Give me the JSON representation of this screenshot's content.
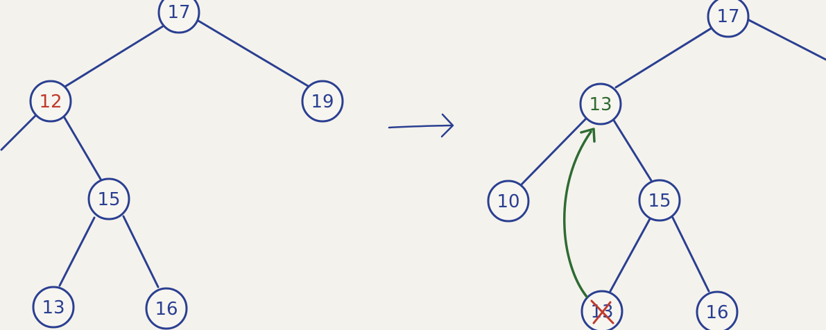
{
  "colors": {
    "ink": "#2a3f91",
    "highlight_red": "#c0392b",
    "highlight_green": "#2e6b32",
    "paper": "#f4f2ec"
  },
  "before_tree": {
    "nodes": [
      {
        "id": "b17",
        "label": "17",
        "color": "#2a3f91"
      },
      {
        "id": "b12",
        "label": "12",
        "color": "#c0392b"
      },
      {
        "id": "b19",
        "label": "19",
        "color": "#2a3f91"
      },
      {
        "id": "b15",
        "label": "15",
        "color": "#2a3f91"
      },
      {
        "id": "b13",
        "label": "13",
        "color": "#2a3f91"
      },
      {
        "id": "b16",
        "label": "16",
        "color": "#2a3f91"
      }
    ]
  },
  "after_tree": {
    "nodes": [
      {
        "id": "a17",
        "label": "17",
        "color": "#2a3f91"
      },
      {
        "id": "a13",
        "label": "13",
        "color": "#2e6b32"
      },
      {
        "id": "a10",
        "label": "10",
        "color": "#2a3f91"
      },
      {
        "id": "a15",
        "label": "15",
        "color": "#2a3f91"
      },
      {
        "id": "a13old",
        "label": "13",
        "color": "#2a3f91",
        "crossed_out": true
      },
      {
        "id": "a16",
        "label": "16",
        "color": "#2a3f91"
      }
    ]
  },
  "icons": {
    "transition": "right-arrow-icon",
    "move": "curved-up-arrow-icon",
    "cross": "cross-out-icon"
  }
}
